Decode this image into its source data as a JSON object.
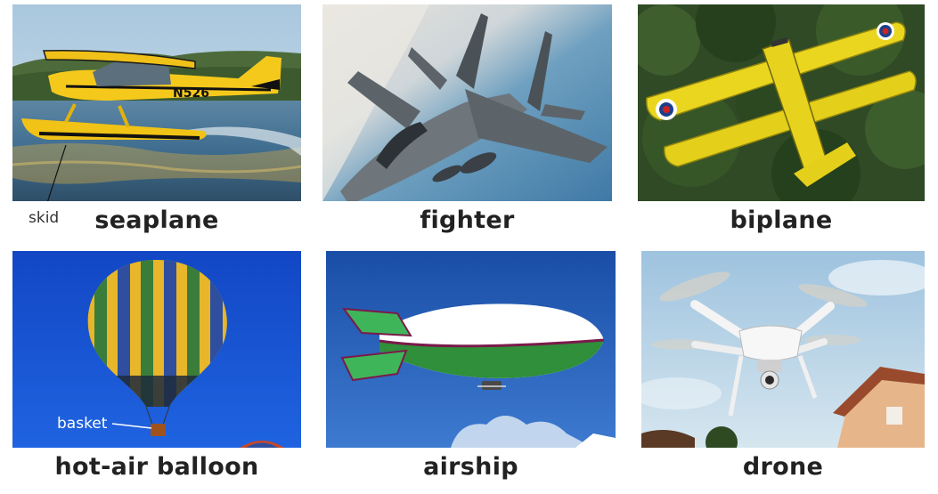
{
  "items": [
    {
      "label": "seaplane",
      "callout": "skid"
    },
    {
      "label": "fighter"
    },
    {
      "label": "biplane"
    },
    {
      "label": "hot-air balloon",
      "callout": "basket"
    },
    {
      "label": "airship"
    },
    {
      "label": "drone"
    }
  ],
  "plane_marking": "N526"
}
